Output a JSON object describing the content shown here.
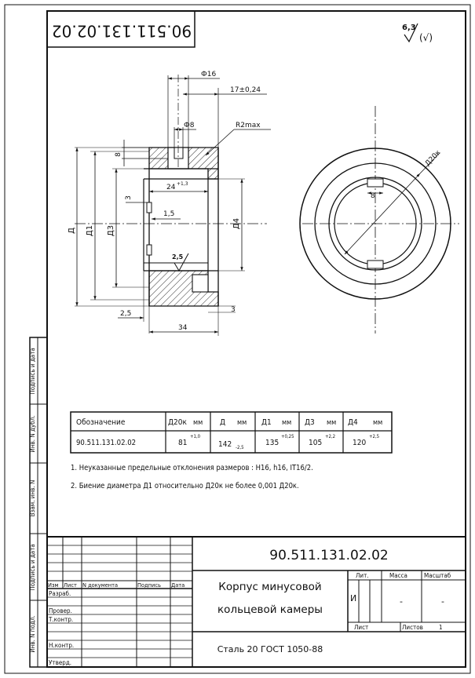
{
  "top_stamp": "90.511.131.02.02",
  "roughness": {
    "value": "6,3",
    "suffix": "(√)"
  },
  "dims": {
    "d16": "Ф16",
    "d17": "17±0,24",
    "d8": "Ф8",
    "r2": "R2max",
    "h8": "8",
    "d24": "24",
    "d24tol": "+1,3",
    "d3a": "3",
    "d15": "1,5",
    "d25": "2,5",
    "dD": "Д",
    "dD1": "Д1",
    "dD3": "Д3",
    "dD4": "Д4",
    "d25b": "2,5",
    "d3b": "3",
    "d34": "34",
    "dD20k": "Д20к",
    "key8": "8"
  },
  "params_table": {
    "headers": [
      {
        "name": "Обозначение",
        "unit": ""
      },
      {
        "name": "Д20к",
        "unit": "мм"
      },
      {
        "name": "Д",
        "unit": "мм"
      },
      {
        "name": "Д1",
        "unit": "мм"
      },
      {
        "name": "Д3",
        "unit": "мм"
      },
      {
        "name": "Д4",
        "unit": "мм"
      }
    ],
    "row": [
      {
        "v": "90.511.131.02.02",
        "tol": ""
      },
      {
        "v": "81",
        "tol": "+1,0"
      },
      {
        "v": "142",
        "tol": "-2,5"
      },
      {
        "v": "135",
        "tol": "+0,25"
      },
      {
        "v": "105",
        "tol": "+2,2"
      },
      {
        "v": "120",
        "tol": "+2,5"
      }
    ]
  },
  "notes": [
    "1. Неуказанные предельные отклонения размеров : H16, h16, IT16/2.",
    "2. Биение диаметра Д1 относительно Д20к не более 0,001 Д20к."
  ],
  "left_strip": [
    "Подпись и дата",
    "Инв. N дубл.",
    "Взам. инв. N",
    "Подпись и дата",
    "Инв. N подл."
  ],
  "title_block": {
    "designation": "90.511.131.02.02",
    "title_line1": "Корпус минусовой",
    "title_line2": "кольцевой камеры",
    "material": "Сталь 20 ГОСТ 1050-88",
    "col_headers": [
      "Изм",
      "Лист",
      "N документа",
      "Подпись",
      "Дата"
    ],
    "roles": [
      "Разраб.",
      "Провер.",
      "Т.контр.",
      "",
      "Н.контр.",
      "Утверд."
    ],
    "lit": "Лит.",
    "mass": "Масса",
    "scale": "Масштаб",
    "lit_value": "И",
    "mass_value": "-",
    "scale_value": "-",
    "sheet": "Лист",
    "sheets": "Листов",
    "sheets_value": "1"
  }
}
